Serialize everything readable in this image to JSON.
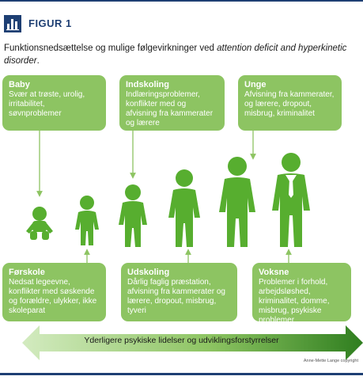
{
  "header": {
    "figure_label": "FIGUR 1",
    "icon": "bar-chart-icon"
  },
  "subtitle": {
    "plain": "Funktionsnedsættelse og mulige følgevirkninger ved ",
    "italic": "attention deficit and hyperkinetic disorder",
    "end": "."
  },
  "stages": {
    "baby": {
      "title": "Baby",
      "text": "Svær at trøste, urolig, irritabilitet, søvnproblemer"
    },
    "indskoling": {
      "title": "Indskoling",
      "text": "Indlæringsproblemer, konflikter med og afvisning fra kammerater og lærere"
    },
    "unge": {
      "title": "Unge",
      "text": "Afvisning fra kammerater, og lærere, dropout, misbrug, kriminalitet"
    },
    "forskole": {
      "title": "Førskole",
      "text": "Nedsat legeevne, konflikter med søskende og forældre, ulykker, ikke skoleparat"
    },
    "udskoling": {
      "title": "Udskoling",
      "text": "Dårlig faglig præstation, afvisning fra kammerater og lærere, dropout, misbrug, tyveri"
    },
    "voksne": {
      "title": "Voksne",
      "text": "Problemer i forhold, arbejdsløshed, kriminalitet, domme, misbrug, psykiske problemer"
    }
  },
  "arrow_label": "Yderligere psykiske lidelser og udviklingsforstyrrelser",
  "credit": "Anne-Mette Lange copyright",
  "colors": {
    "box_green": "#8dc462",
    "figure_green": "#57ae2f",
    "dark_green": "#2f7e1f",
    "navy": "#1e3f73"
  }
}
